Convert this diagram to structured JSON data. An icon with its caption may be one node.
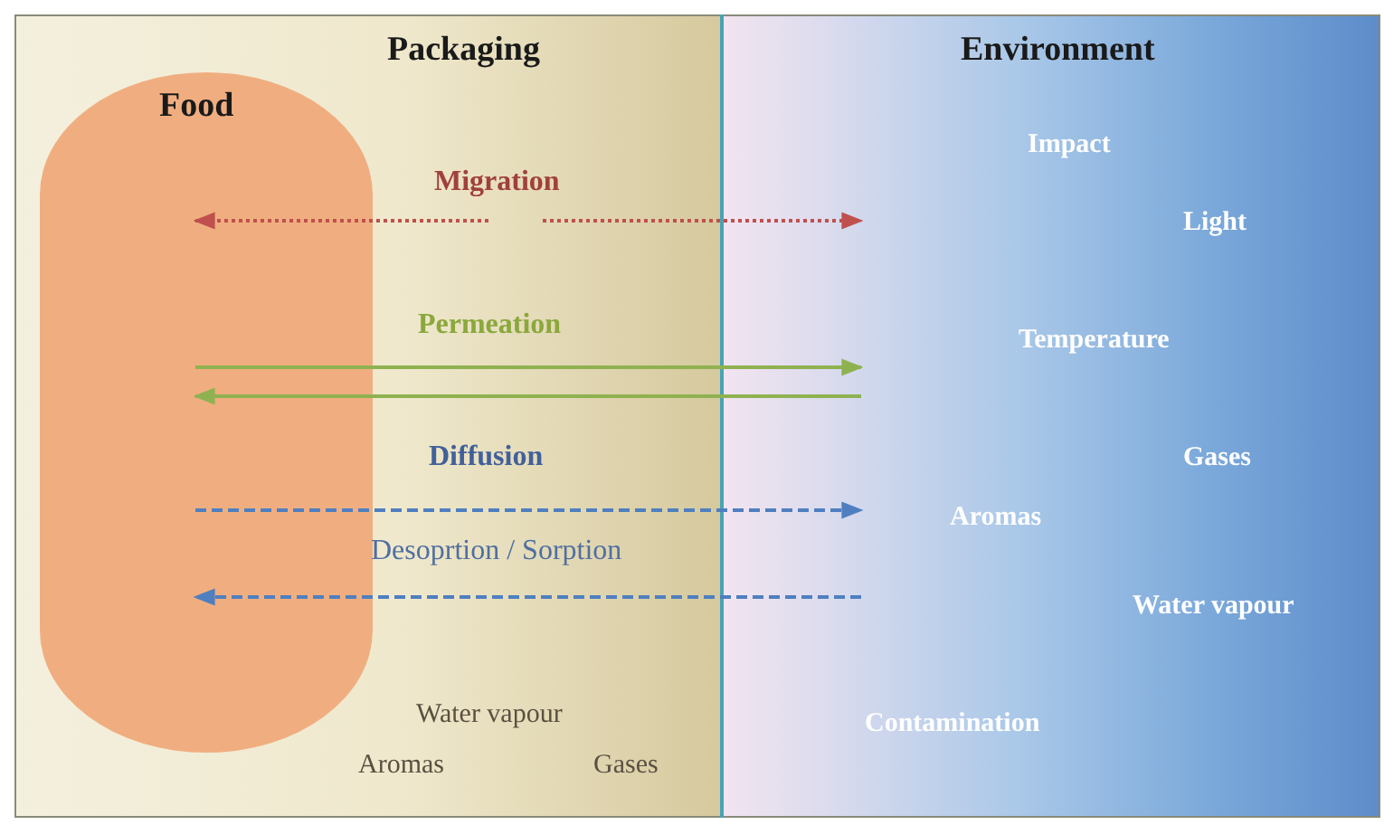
{
  "diagram": {
    "nodes": [
      {
        "text": [
          "Packaging"
        ]
      },
      {
        "text": [
          "Food"
        ],
        "in": 0
      },
      {
        "text": [
          "Environment"
        ]
      }
    ],
    "edges": [
      {
        "from": null,
        "to": 1,
        "arrow": "to",
        "style": "dashed",
        "color": "#c0504d"
      },
      {
        "from": null,
        "to": 2,
        "arrow": "to",
        "style": "dashed",
        "color": "#c0504d"
      },
      {
        "from": 1,
        "to": 2,
        "arrow": "to",
        "color": "#8fb250"
      },
      {
        "from": 2,
        "to": 1,
        "arrow": "to",
        "color": "#8fb250"
      },
      {
        "from": 1,
        "to": 2,
        "arrow": "to",
        "style": "dashed",
        "color": "#4f7fc0"
      },
      {
        "from": 2,
        "to": 1,
        "arrow": "to",
        "style": "dashed",
        "color": "#4f7fc0"
      }
    ],
    "labels": [
      "Migration",
      "Permeation",
      "Diffusion",
      "Desoprtion / Sorption",
      "Water vapour",
      "Aromas",
      "Gases",
      "Impact",
      "Light",
      "Temperature",
      "Gases",
      "Aromas",
      "Water vapour",
      "Contamination"
    ]
  }
}
